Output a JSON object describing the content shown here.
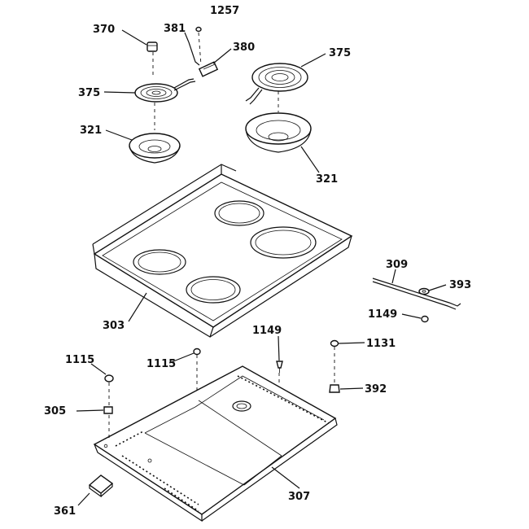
{
  "labels": {
    "l370": "370",
    "l381": "381",
    "l1257": "1257",
    "l380": "380",
    "l375a": "375",
    "l375b": "375",
    "l321a": "321",
    "l321b": "321",
    "l303": "303",
    "l309": "309",
    "l393": "393",
    "l1149a": "1149",
    "l1149b": "1149",
    "l1131": "1131",
    "l1115a": "1115",
    "l1115b": "1115",
    "l392": "392",
    "l305": "305",
    "l307": "307",
    "l361": "361"
  }
}
